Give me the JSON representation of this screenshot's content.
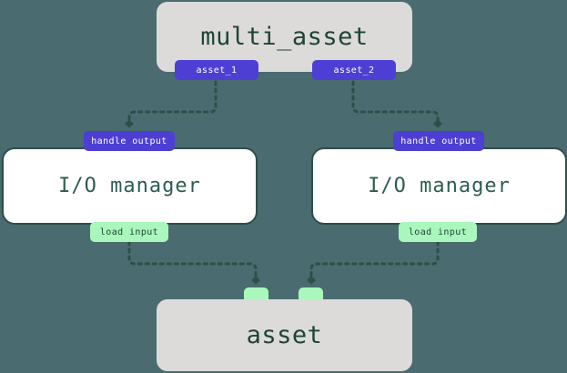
{
  "diagram": {
    "type": "asset-graph",
    "background_color": "#4a6b70",
    "edge_color": "#2d4f47",
    "nodes": {
      "multi_asset": {
        "label": "multi_asset",
        "kind": "asset-node",
        "fill": "#dcdbd9",
        "outputs": [
          {
            "label": "asset_1",
            "color": "#4d3fd4"
          },
          {
            "label": "asset_2",
            "color": "#4d3fd4"
          }
        ]
      },
      "io_manager_left": {
        "label": "I/O manager",
        "kind": "io-manager",
        "fill": "#ffffff",
        "input_badge": "handle output",
        "output_badge": "load input"
      },
      "io_manager_right": {
        "label": "I/O manager",
        "kind": "io-manager",
        "fill": "#ffffff",
        "input_badge": "handle output",
        "output_badge": "load input"
      },
      "asset": {
        "label": "asset",
        "kind": "asset-node",
        "fill": "#dcdbd9",
        "inputs": [
          {
            "label": "",
            "color": "#aaf7bd"
          },
          {
            "label": "",
            "color": "#aaf7bd"
          }
        ]
      }
    },
    "edges": [
      {
        "from": "asset_1",
        "to": "io_manager_left.handle output",
        "style": "dotted",
        "arrow": "diamond"
      },
      {
        "from": "asset_2",
        "to": "io_manager_right.handle output",
        "style": "dotted",
        "arrow": "diamond"
      },
      {
        "from": "io_manager_left.load input",
        "to": "asset.input_1",
        "style": "dotted",
        "arrow": "diamond"
      },
      {
        "from": "io_manager_right.load input",
        "to": "asset.input_2",
        "style": "dotted",
        "arrow": "diamond"
      }
    ]
  }
}
